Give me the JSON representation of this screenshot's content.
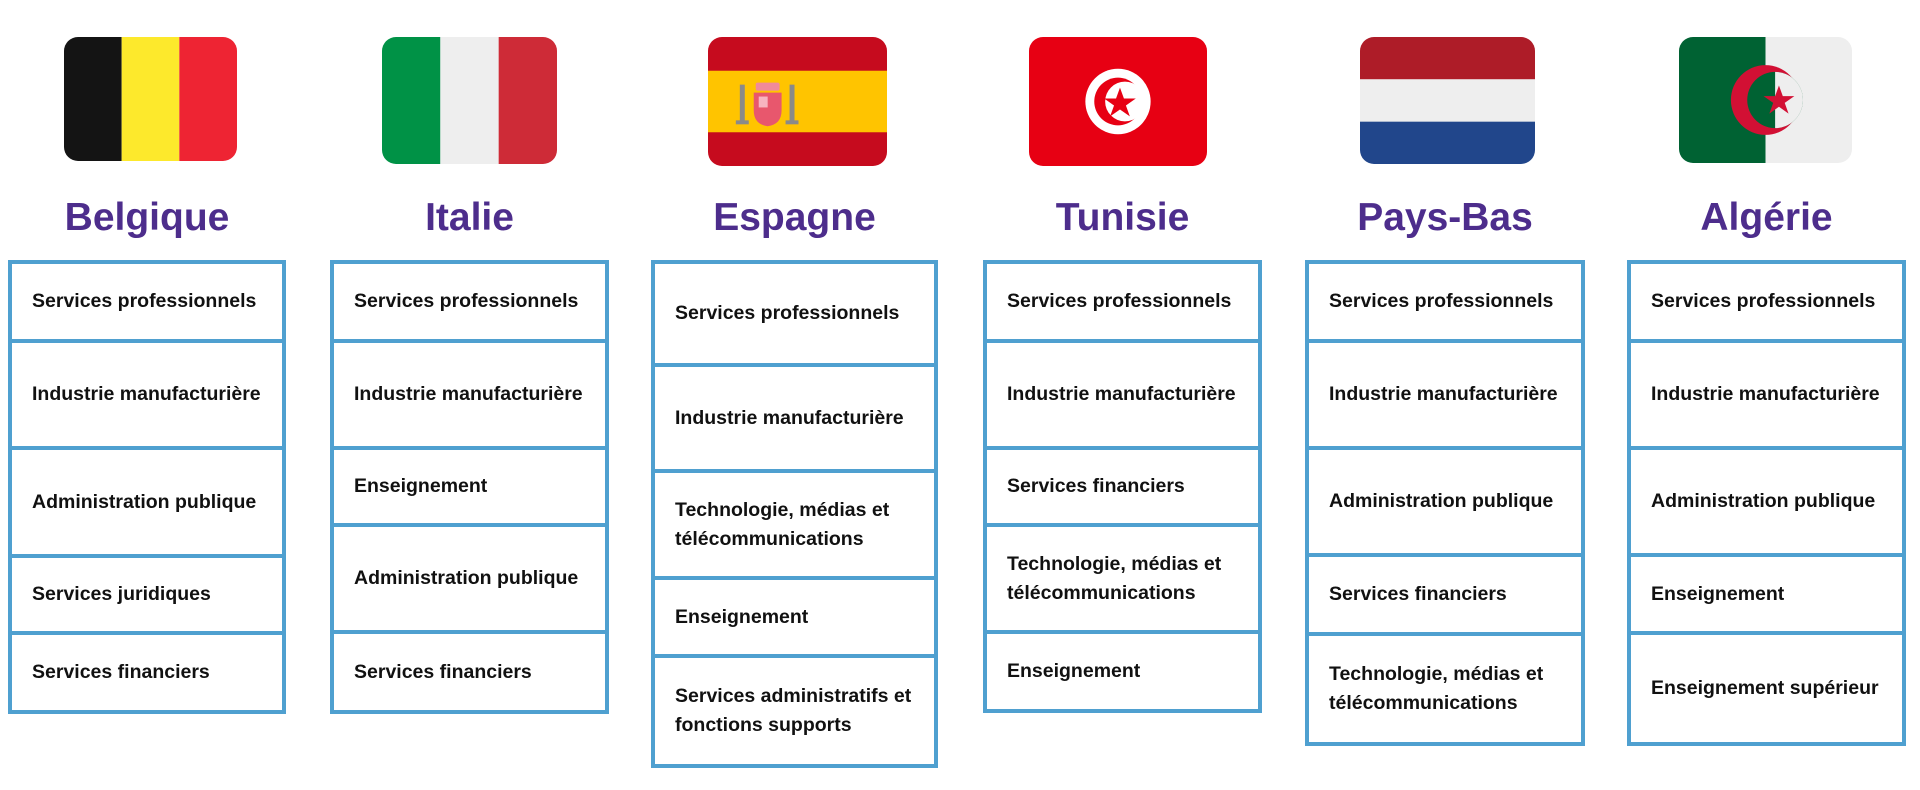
{
  "countries": [
    {
      "name": "Belgique",
      "flag": "belgium-flag",
      "sectors": [
        "Services professionnels",
        "Industrie manufacturière",
        "Administration publique",
        "Services juridiques",
        "Services financiers"
      ]
    },
    {
      "name": "Italie",
      "flag": "italy-flag",
      "sectors": [
        "Services professionnels",
        "Industrie manufacturière",
        "Enseignement",
        "Administration publique",
        "Services financiers"
      ]
    },
    {
      "name": "Espagne",
      "flag": "spain-flag",
      "sectors": [
        "Services professionnels",
        "Industrie manufacturière",
        "Technologie, médias et télécommunications",
        "Enseignement",
        "Services administratifs et fonctions supports"
      ]
    },
    {
      "name": "Tunisie",
      "flag": "tunisia-flag",
      "sectors": [
        "Services professionnels",
        "Industrie manufacturière",
        "Services financiers",
        "Technologie, médias et télécommunications",
        "Enseignement"
      ]
    },
    {
      "name": "Pays-Bas",
      "flag": "netherlands-flag",
      "sectors": [
        "Services professionnels",
        "Industrie manufacturière",
        "Administration publique",
        "Services financiers",
        "Technologie, médias et télécommunications"
      ]
    },
    {
      "name": "Algérie",
      "flag": "algeria-flag",
      "sectors": [
        "Services professionnels",
        "Industrie manufacturière",
        "Administration publique",
        "Enseignement",
        "Enseignement supérieur"
      ]
    }
  ],
  "colors": {
    "title": "#4d2d8c",
    "border": "#4fa0d0"
  }
}
